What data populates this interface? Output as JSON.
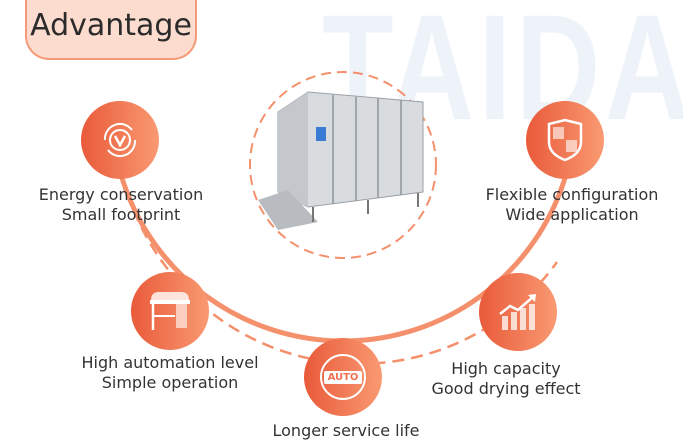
{
  "header": {
    "title": "Advantage"
  },
  "watermark": "TAIDA",
  "colors": {
    "accent": "#f0714e",
    "accent_light": "#f99a72",
    "title_bg": "#fcdccf"
  },
  "features": [
    {
      "icon": "energy-cycle-icon",
      "line1": "Energy conservation",
      "line2": "Small footprint"
    },
    {
      "icon": "shield-icon",
      "line1": "Flexible configuration",
      "line2": "Wide application"
    },
    {
      "icon": "machine-cabinet-icon",
      "line1": "High automation level",
      "line2": "Simple operation"
    },
    {
      "icon": "auto-badge-icon",
      "line1": "Longer service life",
      "badge_text": "AUTO"
    },
    {
      "icon": "growth-chart-icon",
      "line1": "High capacity",
      "line2": "Good drying effect"
    }
  ]
}
